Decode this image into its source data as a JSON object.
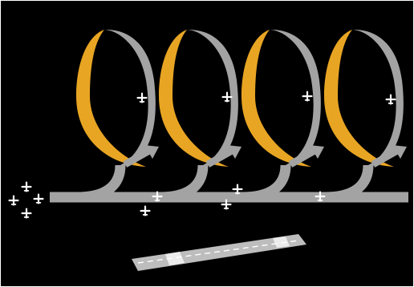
{
  "diagram": {
    "colors": {
      "background": "#000000",
      "frame": "#ffffff",
      "track_gray": "#a3a3a3",
      "track_gold": "#e8a523",
      "aircraft": "#ffffff",
      "runway_surface": "#bdbdbd",
      "runway_threshold": "#ececec",
      "runway_centerline": "#ffffff"
    },
    "loop_count": 4,
    "icons": {
      "aircraft": "aircraft-icon",
      "arrow": "direction-arrow-icon"
    },
    "formation": {
      "aircraft_count": 4
    },
    "aircraft_on_path": {
      "count": 9
    },
    "runway": {
      "threshold_markings": 2,
      "centerline": "dashed"
    }
  }
}
